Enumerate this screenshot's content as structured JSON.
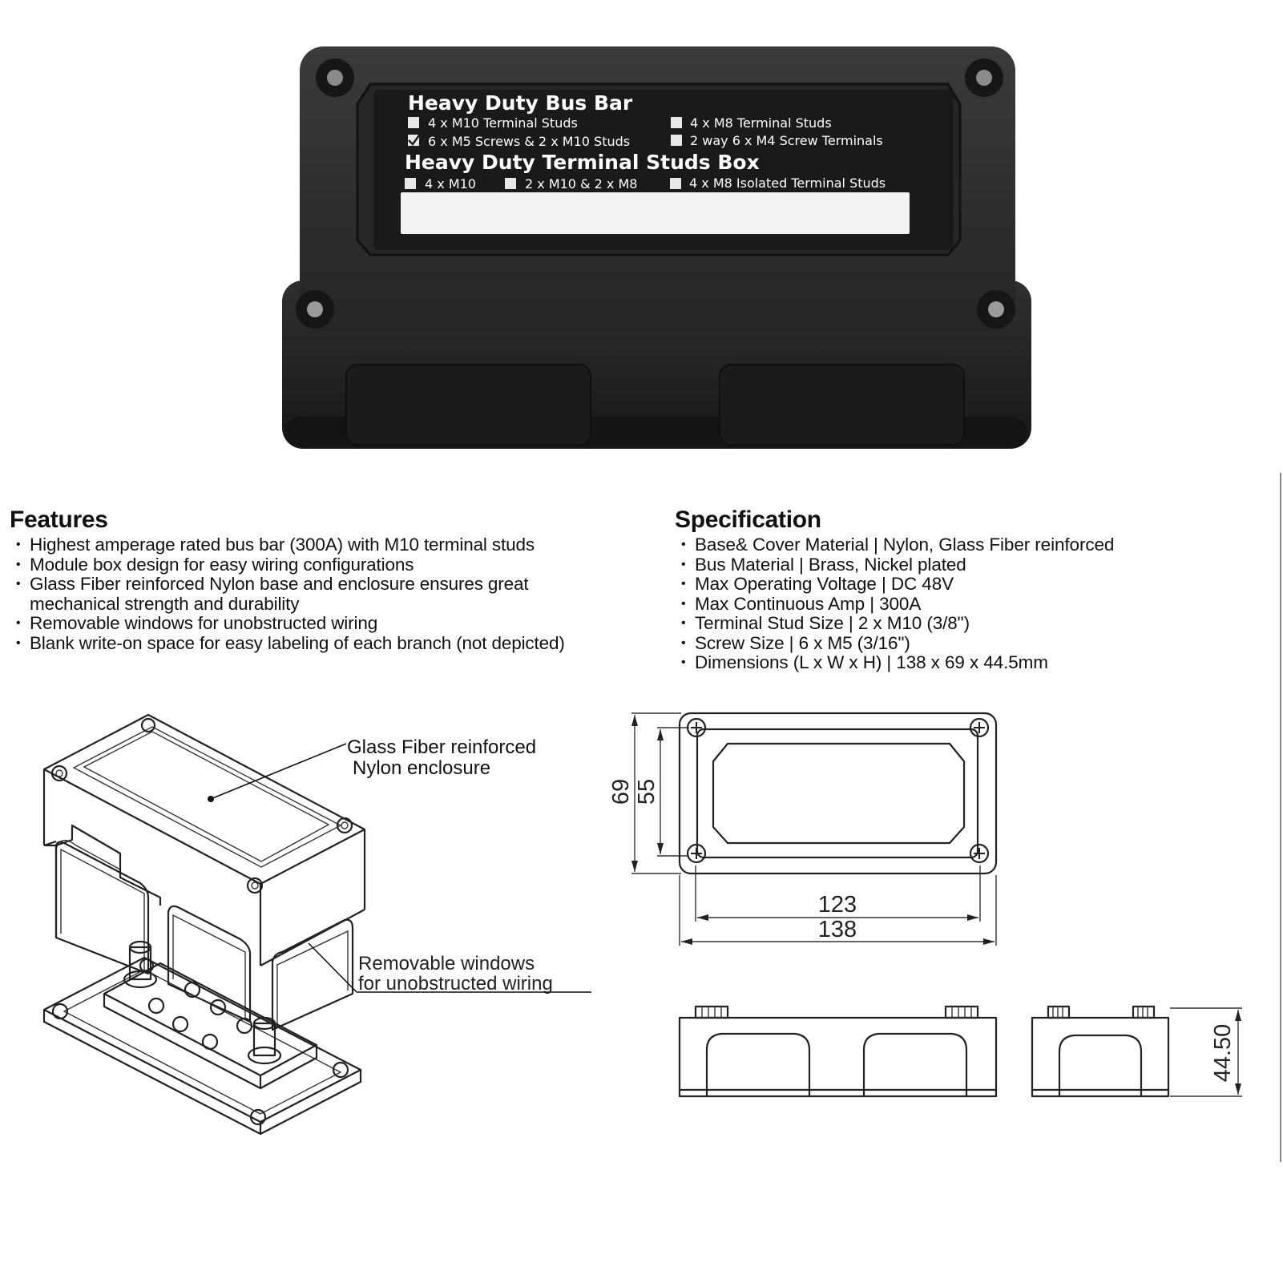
{
  "label": {
    "bus_bar_title": "Heavy Duty Bus Bar",
    "bus_bar_options": [
      {
        "text": "4 x M10 Terminal Studs",
        "checked": false
      },
      {
        "text": "6 x M5 Screws & 2 x M10 Studs",
        "checked": true
      },
      {
        "text": "4 x M8 Terminal Studs",
        "checked": false
      },
      {
        "text": "2 way 6 x M4 Screw Terminals",
        "checked": false
      }
    ],
    "studs_box_title": "Heavy Duty Terminal Studs Box",
    "studs_box_options": [
      {
        "text": "4 x M10",
        "checked": false
      },
      {
        "text": "2 x M10 & 2 x M8",
        "checked": false
      },
      {
        "text": "4 x M8 Isolated Terminal Studs",
        "checked": false
      }
    ]
  },
  "features": {
    "title": "Features",
    "items": [
      "Highest amperage rated bus bar (300A) with M10 terminal studs",
      "Module box design for easy wiring configurations",
      "Glass Fiber reinforced Nylon base and enclosure ensures great mechanical strength and durability",
      "Removable windows for unobstructed wiring",
      "Blank write-on space for easy labeling of each branch (not depicted)"
    ]
  },
  "specification": {
    "title": "Specification",
    "items": [
      "Base& Cover Material | Nylon, Glass Fiber reinforced",
      "Bus Material | Brass, Nickel plated",
      "Max Operating Voltage | DC 48V",
      "Max Continuous Amp | 300A",
      "Terminal Stud Size | 2 x M10 (3/8\")",
      "Screw Size | 6 x M5 (3/16\")",
      "Dimensions (L x W x H) | 138 x 69 x 44.5mm"
    ]
  },
  "iso_callouts": {
    "enclosure_line1": "Glass Fiber reinforced",
    "enclosure_line2": "Nylon enclosure",
    "windows_line1": "Removable windows",
    "windows_line2": "for unobstructed wiring"
  },
  "dimensions": {
    "outer_height": "69",
    "inner_height": "55",
    "inner_length": "123",
    "outer_length": "138",
    "total_height": "44.50"
  },
  "colors": {
    "housing": "#232323",
    "label_area": "#1a1a1a",
    "write_on_area": "#f2f3f4",
    "line_art": "#222222"
  }
}
